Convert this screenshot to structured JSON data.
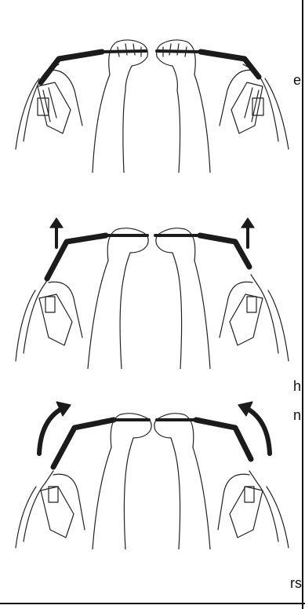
{
  "cropped_text": {
    "line1": "e",
    "line2": "h",
    "line3": "n",
    "line4": "rs"
  },
  "illustration": {
    "panels": 3,
    "handle_color": "#1b1b1b",
    "stroke_color": "#222222"
  }
}
